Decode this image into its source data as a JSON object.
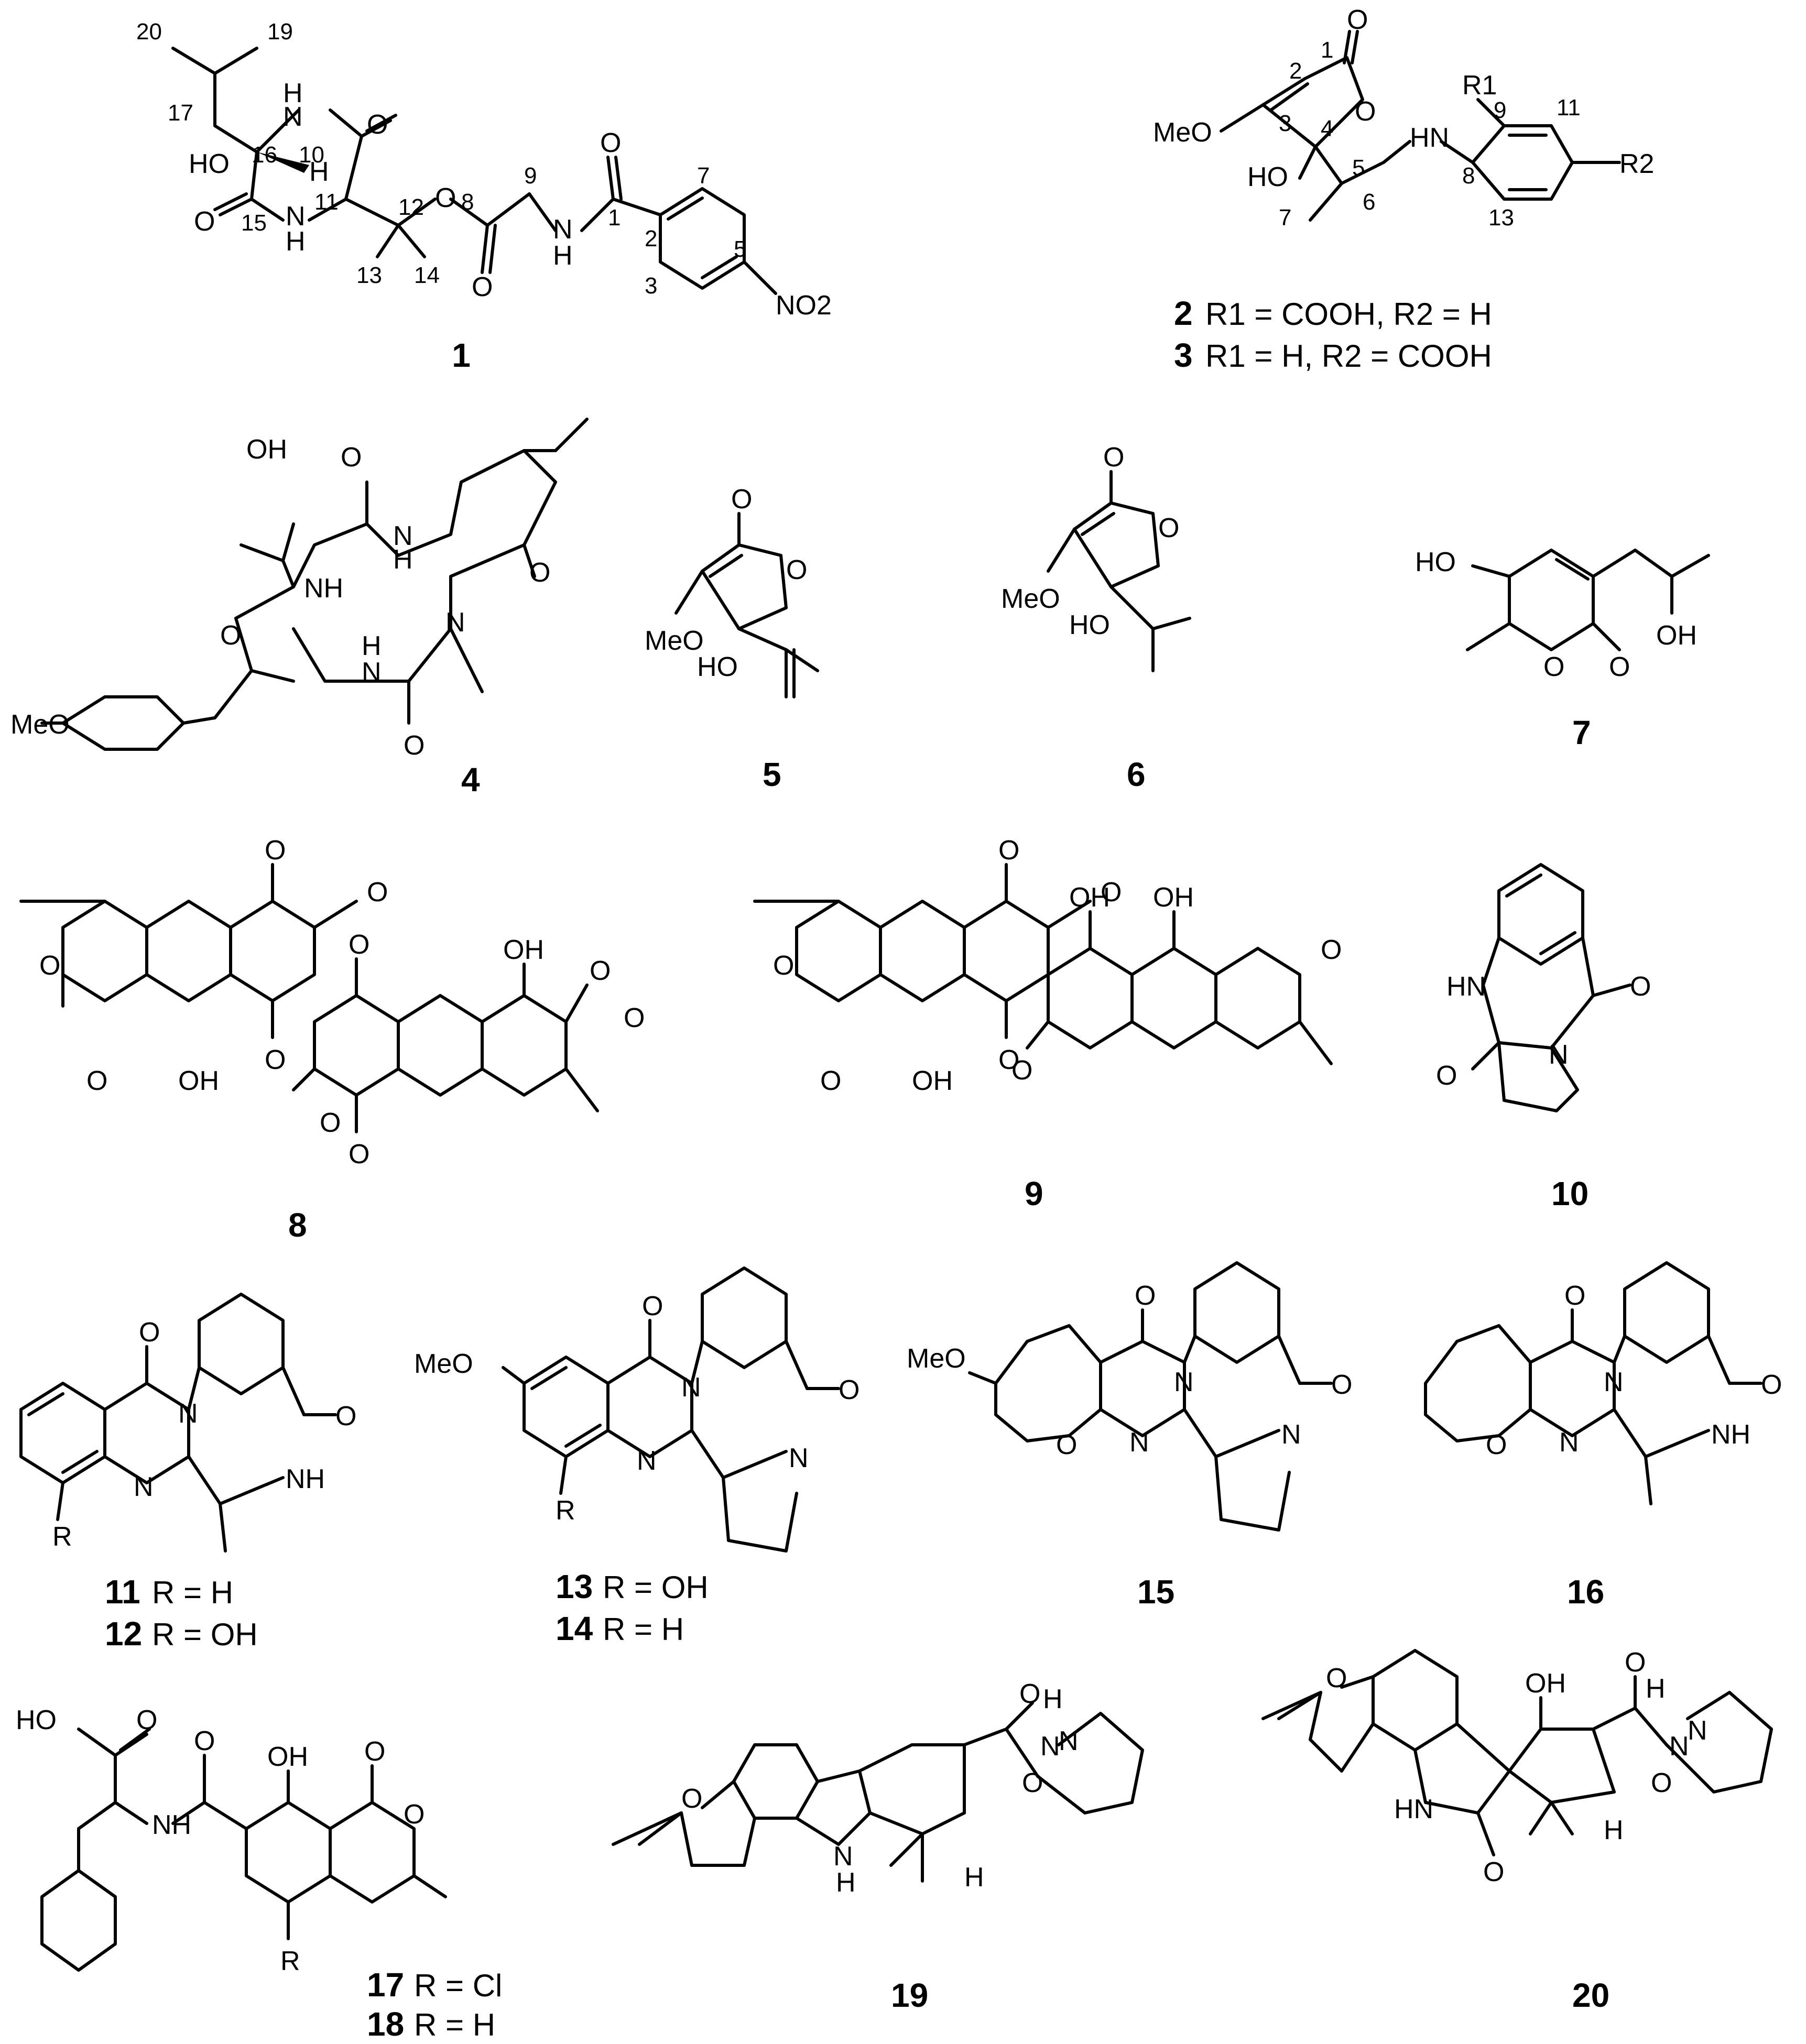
{
  "compounds": [
    {
      "id": "1",
      "label": "1",
      "caption": ""
    },
    {
      "id": "2",
      "label": "2",
      "caption": "R1 = COOH, R2 = H"
    },
    {
      "id": "3",
      "label": "3",
      "caption": "R1 = H, R2 = COOH"
    },
    {
      "id": "4",
      "label": "4",
      "caption": ""
    },
    {
      "id": "5",
      "label": "5",
      "caption": ""
    },
    {
      "id": "6",
      "label": "6",
      "caption": ""
    },
    {
      "id": "7",
      "label": "7",
      "caption": ""
    },
    {
      "id": "8",
      "label": "8",
      "caption": ""
    },
    {
      "id": "9",
      "label": "9",
      "caption": ""
    },
    {
      "id": "10",
      "label": "10",
      "caption": ""
    },
    {
      "id": "11",
      "label": "11",
      "caption": "R = H"
    },
    {
      "id": "12",
      "label": "12",
      "caption": "R = OH"
    },
    {
      "id": "13",
      "label": "13",
      "caption": "R = OH"
    },
    {
      "id": "14",
      "label": "14",
      "caption": "R = H"
    },
    {
      "id": "15",
      "label": "15",
      "caption": ""
    },
    {
      "id": "16",
      "label": "16",
      "caption": ""
    },
    {
      "id": "17",
      "label": "17",
      "caption": "R = Cl"
    },
    {
      "id": "18",
      "label": "18",
      "caption": "R = H"
    },
    {
      "id": "19",
      "label": "19",
      "caption": ""
    },
    {
      "id": "20",
      "label": "20",
      "caption": ""
    }
  ],
  "atoms": {
    "H": "H",
    "N": "N",
    "O": "O",
    "NH": "NH",
    "HN": "HN",
    "HO": "HO",
    "OH": "OH",
    "MeO": "MeO",
    "NO2": "NO2",
    "R": "R",
    "R1": "R1",
    "R2": "R2"
  },
  "numbering": {
    "c1": [
      "20",
      "19",
      "17",
      "16",
      "10",
      "11",
      "12",
      "13",
      "14",
      "15",
      "9",
      "8",
      "7",
      "1",
      "2",
      "3",
      "5"
    ],
    "c2": [
      "1",
      "2",
      "3",
      "4",
      "5",
      "6",
      "7",
      "8",
      "9",
      "11",
      "13"
    ]
  }
}
